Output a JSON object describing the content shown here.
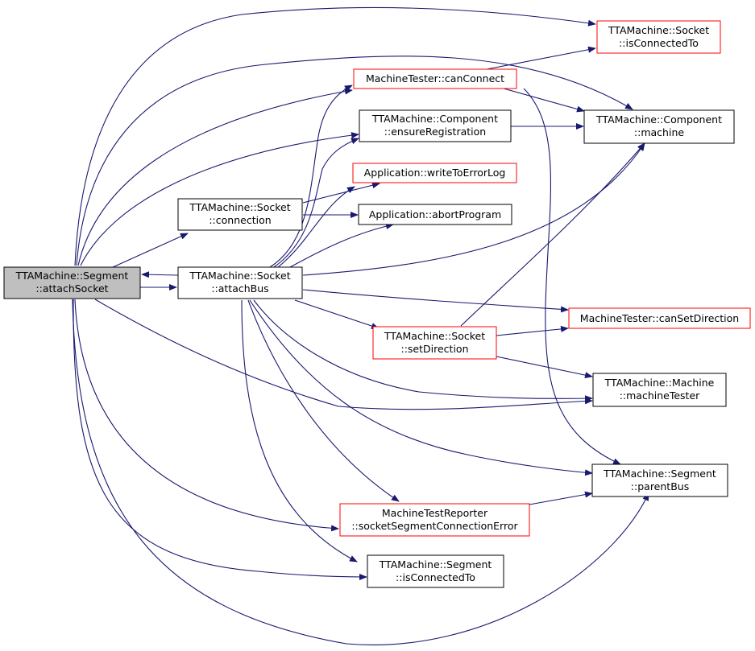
{
  "colors": {
    "edge": "#191970",
    "node_border_default": "#000000",
    "node_border_incomplete": "#ff0000",
    "node_fill_default": "#ffffff",
    "node_fill_focus": "#bfbfbf"
  },
  "nodes": [
    {
      "id": "n_attach_socket",
      "lines": [
        "TTAMachine::Segment",
        "::attachSocket"
      ],
      "style": "focus"
    },
    {
      "id": "n_socket_connection",
      "lines": [
        "TTAMachine::Socket",
        "::connection"
      ],
      "style": "default"
    },
    {
      "id": "n_socket_attachbus",
      "lines": [
        "TTAMachine::Socket",
        "::attachBus"
      ],
      "style": "default"
    },
    {
      "id": "n_mt_canconnect",
      "lines": [
        "MachineTester::canConnect"
      ],
      "style": "incomplete"
    },
    {
      "id": "n_comp_ensure",
      "lines": [
        "TTAMachine::Component",
        "::ensureRegistration"
      ],
      "style": "default"
    },
    {
      "id": "n_app_writelog",
      "lines": [
        "Application::writeToErrorLog"
      ],
      "style": "incomplete"
    },
    {
      "id": "n_app_abort",
      "lines": [
        "Application::abortProgram"
      ],
      "style": "default"
    },
    {
      "id": "n_socket_setdir",
      "lines": [
        "TTAMachine::Socket",
        "::setDirection"
      ],
      "style": "incomplete"
    },
    {
      "id": "n_mtr_sockseg",
      "lines": [
        "MachineTestReporter",
        "::socketSegmentConnectionError"
      ],
      "style": "incomplete"
    },
    {
      "id": "n_seg_isconnected",
      "lines": [
        "TTAMachine::Segment",
        "::isConnectedTo"
      ],
      "style": "default"
    },
    {
      "id": "n_socket_isconnected",
      "lines": [
        "TTAMachine::Socket",
        "::isConnectedTo"
      ],
      "style": "incomplete"
    },
    {
      "id": "n_comp_machine",
      "lines": [
        "TTAMachine::Component",
        "::machine"
      ],
      "style": "default"
    },
    {
      "id": "n_mt_cansetdir",
      "lines": [
        "MachineTester::canSetDirection"
      ],
      "style": "incomplete"
    },
    {
      "id": "n_machine_tester",
      "lines": [
        "TTAMachine::Machine",
        "::machineTester"
      ],
      "style": "default"
    },
    {
      "id": "n_seg_parentbus",
      "lines": [
        "TTAMachine::Segment",
        "::parentBus"
      ],
      "style": "default"
    }
  ]
}
